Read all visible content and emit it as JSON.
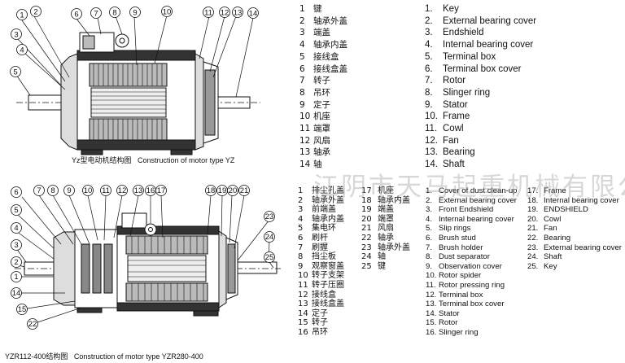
{
  "top_diagram": {
    "caption_zh": "Yz型电动机结构图",
    "caption_en": "Construction of motor type YZ",
    "callouts": [
      "1",
      "2",
      "3",
      "4",
      "5",
      "6",
      "7",
      "8",
      "9",
      "10",
      "11",
      "12",
      "13",
      "14"
    ]
  },
  "bottom_diagram": {
    "caption_zh": "YZR112-400结构图",
    "caption_en": "Construction of motor type YZR280-400",
    "callouts": [
      "1",
      "2",
      "3",
      "4",
      "5",
      "6",
      "7",
      "8",
      "9",
      "10",
      "11",
      "12",
      "13",
      "14",
      "15",
      "16",
      "17",
      "18",
      "19",
      "20",
      "21",
      "22",
      "23",
      "24",
      "25"
    ]
  },
  "legend_yz_zh": [
    {
      "n": "1",
      "t": "键"
    },
    {
      "n": "2",
      "t": "轴承外盖"
    },
    {
      "n": "3",
      "t": "端盖"
    },
    {
      "n": "4",
      "t": "轴承内盖"
    },
    {
      "n": "5",
      "t": "接线盒"
    },
    {
      "n": "6",
      "t": "接线盒盖"
    },
    {
      "n": "7",
      "t": "转子"
    },
    {
      "n": "8",
      "t": "吊环"
    },
    {
      "n": "9",
      "t": "定子"
    },
    {
      "n": "10",
      "t": "机座"
    },
    {
      "n": "11",
      "t": "端罩"
    },
    {
      "n": "12",
      "t": "风扇"
    },
    {
      "n": "13",
      "t": "轴承"
    },
    {
      "n": "14",
      "t": "轴"
    }
  ],
  "legend_yz_en": [
    {
      "n": "1.",
      "t": "Key"
    },
    {
      "n": "2.",
      "t": "External bearing cover"
    },
    {
      "n": "3.",
      "t": "Endshield"
    },
    {
      "n": "4.",
      "t": "Internal bearing cover"
    },
    {
      "n": "5.",
      "t": "Terminal box"
    },
    {
      "n": "6.",
      "t": "Terminal box cover"
    },
    {
      "n": "7.",
      "t": "Rotor"
    },
    {
      "n": "8.",
      "t": "Slinger ring"
    },
    {
      "n": "9.",
      "t": "Stator"
    },
    {
      "n": "10.",
      "t": "Frame"
    },
    {
      "n": "11.",
      "t": "Cowl"
    },
    {
      "n": "12.",
      "t": "Fan"
    },
    {
      "n": "13.",
      "t": "Bearing"
    },
    {
      "n": "14.",
      "t": "Shaft"
    }
  ],
  "legend_yzr_zh_a": [
    {
      "n": "1",
      "t": "排尘孔盖"
    },
    {
      "n": "2",
      "t": "轴承外盖"
    },
    {
      "n": "3",
      "t": "前端盖"
    },
    {
      "n": "4",
      "t": "轴承内盖"
    },
    {
      "n": "5",
      "t": "集电环"
    },
    {
      "n": "6",
      "t": "刷杆"
    },
    {
      "n": "7",
      "t": "刷握"
    },
    {
      "n": "8",
      "t": "挡尘板"
    },
    {
      "n": "9",
      "t": "观察窗盖"
    },
    {
      "n": "10",
      "t": "转子支架"
    },
    {
      "n": "11",
      "t": "转子压圈"
    },
    {
      "n": "12",
      "t": "接线盒"
    },
    {
      "n": "13",
      "t": "接线盒盖"
    },
    {
      "n": "14",
      "t": "定子"
    },
    {
      "n": "15",
      "t": "转子"
    },
    {
      "n": "16",
      "t": "吊环"
    }
  ],
  "legend_yzr_zh_b": [
    {
      "n": "17",
      "t": "机座"
    },
    {
      "n": "18",
      "t": "轴承内盖"
    },
    {
      "n": "19",
      "t": "端盖"
    },
    {
      "n": "20",
      "t": "端罩"
    },
    {
      "n": "21",
      "t": "风扇"
    },
    {
      "n": "22",
      "t": "轴承"
    },
    {
      "n": "23",
      "t": "轴承外盖"
    },
    {
      "n": "24",
      "t": "轴"
    },
    {
      "n": "25",
      "t": "键"
    }
  ],
  "legend_yzr_en_a": [
    {
      "n": "1.",
      "t": "Cover of dust clean-up"
    },
    {
      "n": "2.",
      "t": "External bearing cover"
    },
    {
      "n": "3.",
      "t": "Front Endshield"
    },
    {
      "n": "4.",
      "t": "Internal bearing cover"
    },
    {
      "n": "5.",
      "t": "Slip rings"
    },
    {
      "n": "6.",
      "t": "Brush stud"
    },
    {
      "n": "7.",
      "t": "Brush holder"
    },
    {
      "n": "8.",
      "t": "Dust separator"
    },
    {
      "n": "9.",
      "t": "Observation cover"
    },
    {
      "n": "10.",
      "t": "Rotor spider"
    },
    {
      "n": "11.",
      "t": "Rotor pressing ring"
    },
    {
      "n": "12.",
      "t": "Terminal box"
    },
    {
      "n": "13.",
      "t": "Terminal box cover"
    },
    {
      "n": "14.",
      "t": "Stator"
    },
    {
      "n": "15.",
      "t": "Rotor"
    },
    {
      "n": "16.",
      "t": "Slinger ring"
    }
  ],
  "legend_yzr_en_b": [
    {
      "n": "17.",
      "t": "Frame"
    },
    {
      "n": "18.",
      "t": "Internal bearing cover"
    },
    {
      "n": "19.",
      "t": "ENDSHIELD"
    },
    {
      "n": "20.",
      "t": "Cowl"
    },
    {
      "n": "21.",
      "t": "Fan"
    },
    {
      "n": "22.",
      "t": "Bearing"
    },
    {
      "n": "23.",
      "t": "External bearing cover"
    },
    {
      "n": "24.",
      "t": "Shaft"
    },
    {
      "n": "25.",
      "t": "Key"
    }
  ],
  "watermark": "江阴市天马起重机械有限公司"
}
